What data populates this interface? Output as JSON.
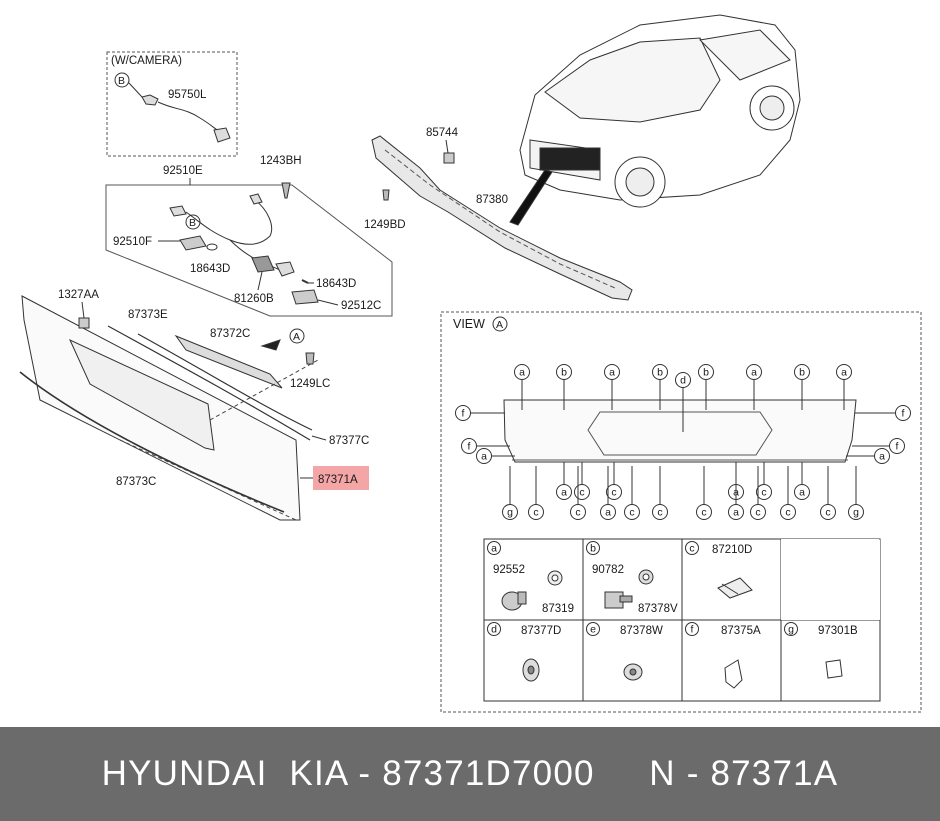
{
  "parts": {
    "camera_box_title": "(W/CAMERA)",
    "p95750L": "95750L",
    "p92510E": "92510E",
    "p1243BH": "1243BH",
    "p92510F": "92510F",
    "p18643D_a": "18643D",
    "p18643D_b": "18643D",
    "p81260B": "81260B",
    "p92512C": "92512C",
    "p85744": "85744",
    "p87380": "87380",
    "p1249BD": "1249BD",
    "p1327AA": "1327AA",
    "p87373E": "87373E",
    "p87372C": "87372C",
    "p1249LC": "1249LC",
    "p87377C": "87377C",
    "p87373C": "87373C",
    "p87371A": "87371A"
  },
  "markers": {
    "B": "B",
    "A": "A"
  },
  "view": {
    "title": "VIEW",
    "ref": "A",
    "top_callouts": [
      "a",
      "b",
      "a",
      "b",
      "b",
      "a",
      "b",
      "a"
    ],
    "d_callout": "d",
    "left_callouts": [
      "f",
      "f",
      "a"
    ],
    "right_callouts": [
      "f",
      "f",
      "a"
    ],
    "mid_callouts": [
      "a",
      "c",
      "c",
      "a",
      "c",
      "a"
    ],
    "bottom_callouts": [
      "g",
      "c",
      "c",
      "a",
      "c",
      "c",
      "c",
      "a",
      "c",
      "c",
      "c",
      "g"
    ]
  },
  "legend": [
    {
      "letter": "a",
      "parts": [
        "92552",
        "87319"
      ]
    },
    {
      "letter": "b",
      "parts": [
        "90782",
        "87378V"
      ]
    },
    {
      "letter": "c",
      "parts": [
        "87210D"
      ]
    },
    {
      "letter": "d",
      "parts": [
        "87377D"
      ]
    },
    {
      "letter": "e",
      "parts": [
        "87378W"
      ]
    },
    {
      "letter": "f",
      "parts": [
        "87375A"
      ]
    },
    {
      "letter": "g",
      "parts": [
        "97301B"
      ]
    }
  ],
  "footer": {
    "text": "HYUNDAI  KIA - 87371D7000     N - 87371A"
  },
  "colors": {
    "highlight": "#f4a6a6",
    "footer_bg": "#6b6b6b",
    "line": "#333333"
  }
}
